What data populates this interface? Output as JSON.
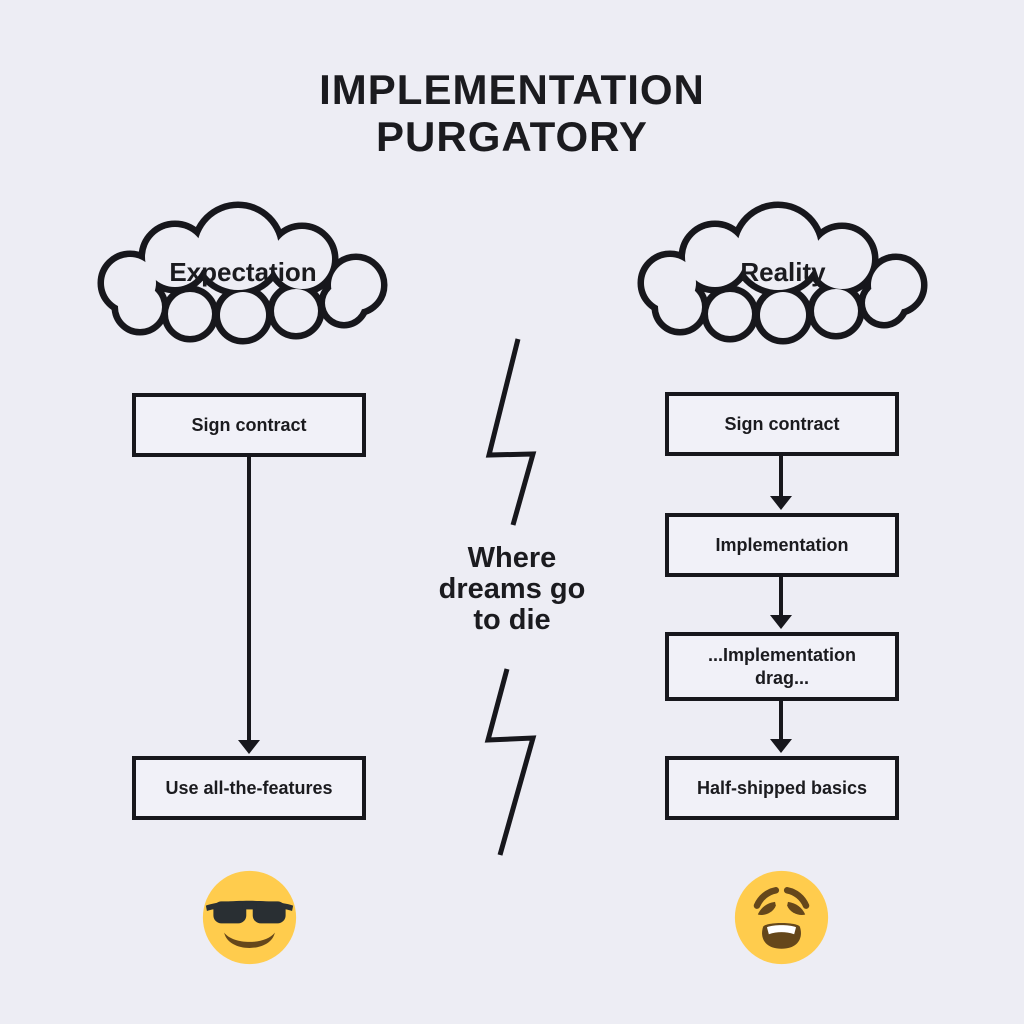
{
  "title": {
    "lines": [
      "IMPLEMENTATION",
      "PURGATORY"
    ]
  },
  "center": {
    "caption_lines": [
      "Where",
      "dreams go",
      "to die"
    ],
    "decoration": "lightning-bolt-zigzag-x2"
  },
  "left_column": {
    "cloud_label": "Expectation",
    "boxes": [
      "Sign contract",
      "Use all-the-features"
    ],
    "emoji": "smiling-face-with-sunglasses"
  },
  "right_column": {
    "cloud_label": "Reality",
    "boxes": [
      "Sign contract",
      "Implementation",
      "...Implementation drag...",
      "Half-shipped basics"
    ],
    "emoji": "weary-face"
  },
  "colors": {
    "background": "#EDEDF4",
    "stroke": "#17171C",
    "box_fill": "#F1F1F8",
    "emoji_face_yellow": "#FFCC4D",
    "emoji_feature_brown": "#65471B",
    "sunglasses_dark": "#292F33",
    "teeth_white": "#FFFFFF"
  }
}
